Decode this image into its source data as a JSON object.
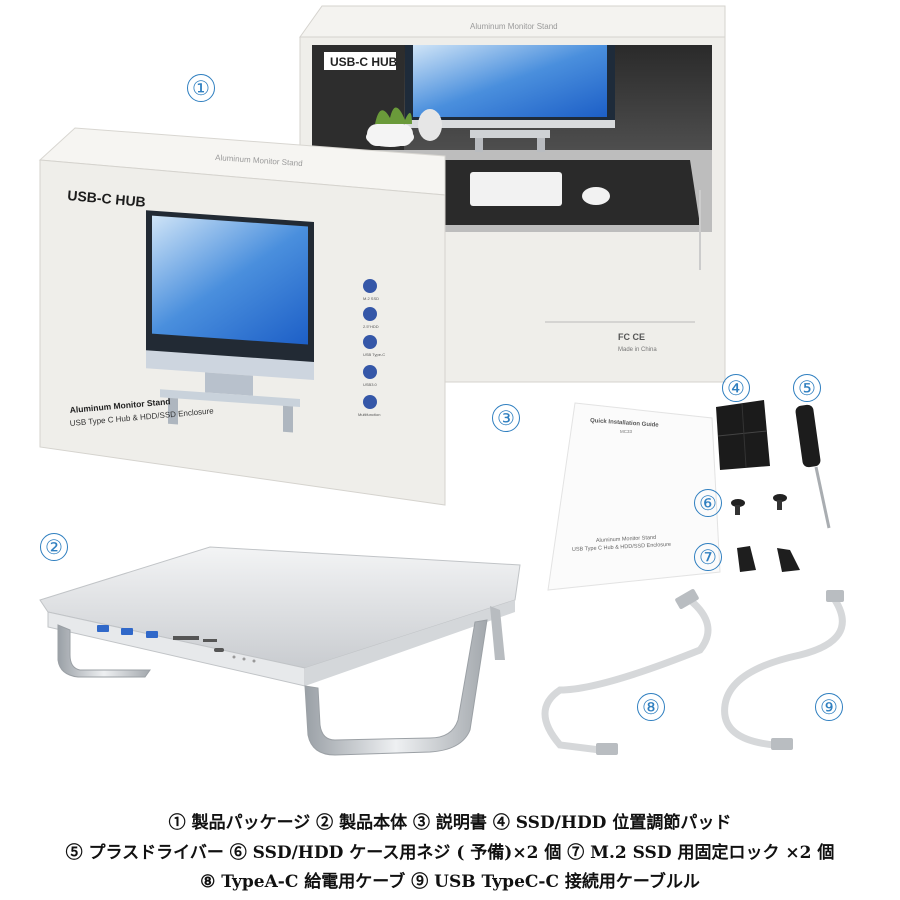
{
  "markers": [
    "①",
    "②",
    "③",
    "④",
    "⑤",
    "⑥",
    "⑦",
    "⑧",
    "⑨"
  ],
  "box_back": {
    "logo": "USB-C HUB",
    "top_label": "Aluminum Monitor Stand",
    "cert_marks": "FC CE",
    "made_in": "Made in China"
  },
  "box_front": {
    "logo": "USB-C HUB",
    "top_label": "Aluminum Monitor Stand",
    "title": "Aluminum Monitor Stand",
    "subtitle": "USB Type C Hub & HDD/SSD Enclosure",
    "features": [
      "M.2 SSD",
      "2.5\"HDD",
      "USB Type-C",
      "USB3.0",
      "Multifunction"
    ]
  },
  "manual": {
    "heading": "Quick Installation Guide",
    "model": "MC33",
    "title": "Aluminum Monitor Stand",
    "subtitle": "USB Type C Hub & HDD/SSD Enclosure"
  },
  "captions": [
    "① 製品パッケージ ② 製品本体 ③ 説明書 ④ SSD/HDD 位置調節パッド",
    "⑤ プラスドライバー ⑥ SSD/HDD ケース用ネジ ( 予備)×2 個 ⑦ M.2 SSD 用固定ロック ×2 個",
    "⑧ TypeA-C 給電用ケーブ ⑨ USB TypeC-C 接続用ケーブルル"
  ],
  "colors": {
    "accent": "#2f7fc0",
    "stand": "#d9dcdf",
    "box": "#efeeea"
  }
}
